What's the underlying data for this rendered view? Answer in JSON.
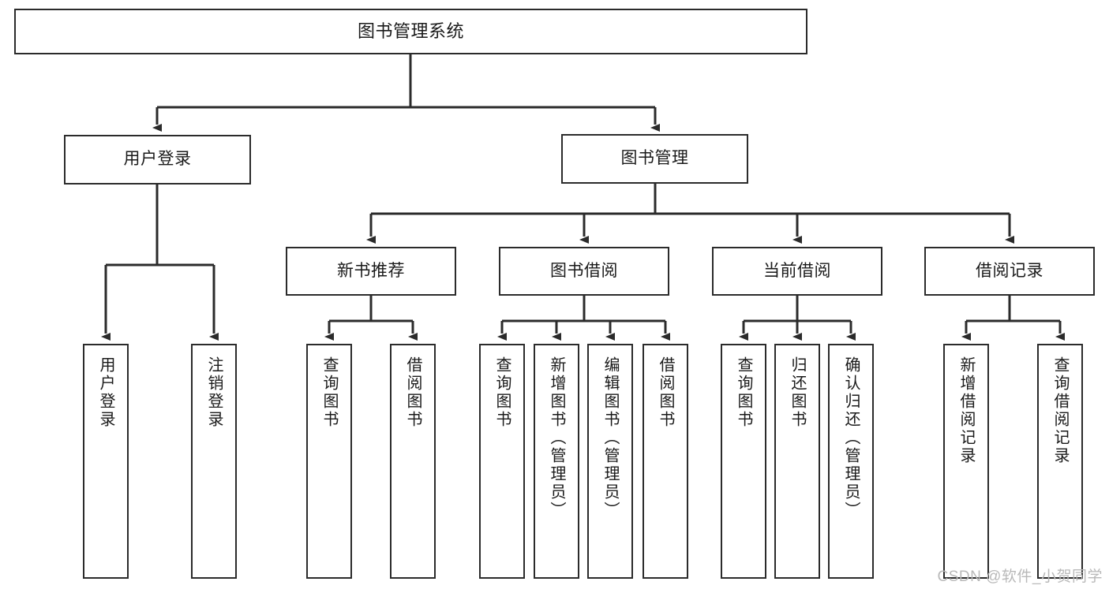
{
  "diagram": {
    "type": "tree-hierarchy-diagram",
    "title": "图书管理系统",
    "style": {
      "line_color": "#2b2b2b",
      "box_fill": "#ffffff",
      "text_color": "#1a1a1a",
      "watermark_color": "#b9b9b9"
    },
    "nodes": {
      "root": {
        "label": "图书管理系统",
        "level": 1
      },
      "user_login": {
        "label": "用户登录",
        "level": 2
      },
      "book_manage": {
        "label": "图书管理",
        "level": 2
      },
      "new_book_rec": {
        "label": "新书推荐",
        "level": 3
      },
      "book_borrow": {
        "label": "图书借阅",
        "level": 3
      },
      "current_borrow": {
        "label": "当前借阅",
        "level": 3
      },
      "borrow_record": {
        "label": "借阅记录",
        "level": 3
      },
      "leaf_user_login": {
        "label": "用户登录",
        "level": 4
      },
      "leaf_logout": {
        "label": "注销登录",
        "level": 4
      },
      "leaf_query_book_1": {
        "label": "查询图书",
        "level": 4
      },
      "leaf_borrow_book_1": {
        "label": "借阅图书",
        "level": 4
      },
      "leaf_query_book_2": {
        "label": "查询图书",
        "level": 4
      },
      "leaf_add_book": {
        "label": "新增图书（管理员）",
        "level": 4
      },
      "leaf_edit_book": {
        "label": "编辑图书（管理员）",
        "level": 4
      },
      "leaf_borrow_book_2": {
        "label": "借阅图书",
        "level": 4
      },
      "leaf_query_book_3": {
        "label": "查询图书",
        "level": 4
      },
      "leaf_return_book": {
        "label": "归还图书",
        "level": 4
      },
      "leaf_confirm_return": {
        "label": "确认归还（管理员）",
        "level": 4
      },
      "leaf_add_record": {
        "label": "新增借阅记录",
        "level": 4
      },
      "leaf_query_record": {
        "label": "查询借阅记录",
        "level": 4
      }
    },
    "edges": [
      {
        "from": "root",
        "to": "user_login"
      },
      {
        "from": "root",
        "to": "book_manage"
      },
      {
        "from": "user_login",
        "to": "leaf_user_login"
      },
      {
        "from": "user_login",
        "to": "leaf_logout"
      },
      {
        "from": "book_manage",
        "to": "new_book_rec"
      },
      {
        "from": "book_manage",
        "to": "book_borrow"
      },
      {
        "from": "book_manage",
        "to": "current_borrow"
      },
      {
        "from": "book_manage",
        "to": "borrow_record"
      },
      {
        "from": "new_book_rec",
        "to": "leaf_query_book_1"
      },
      {
        "from": "new_book_rec",
        "to": "leaf_borrow_book_1"
      },
      {
        "from": "book_borrow",
        "to": "leaf_query_book_2"
      },
      {
        "from": "book_borrow",
        "to": "leaf_add_book"
      },
      {
        "from": "book_borrow",
        "to": "leaf_edit_book"
      },
      {
        "from": "book_borrow",
        "to": "leaf_borrow_book_2"
      },
      {
        "from": "current_borrow",
        "to": "leaf_query_book_3"
      },
      {
        "from": "current_borrow",
        "to": "leaf_return_book"
      },
      {
        "from": "current_borrow",
        "to": "leaf_confirm_return"
      },
      {
        "from": "borrow_record",
        "to": "leaf_add_record"
      },
      {
        "from": "borrow_record",
        "to": "leaf_query_record"
      }
    ],
    "watermark": "CSDN @软件_小贺同学"
  }
}
